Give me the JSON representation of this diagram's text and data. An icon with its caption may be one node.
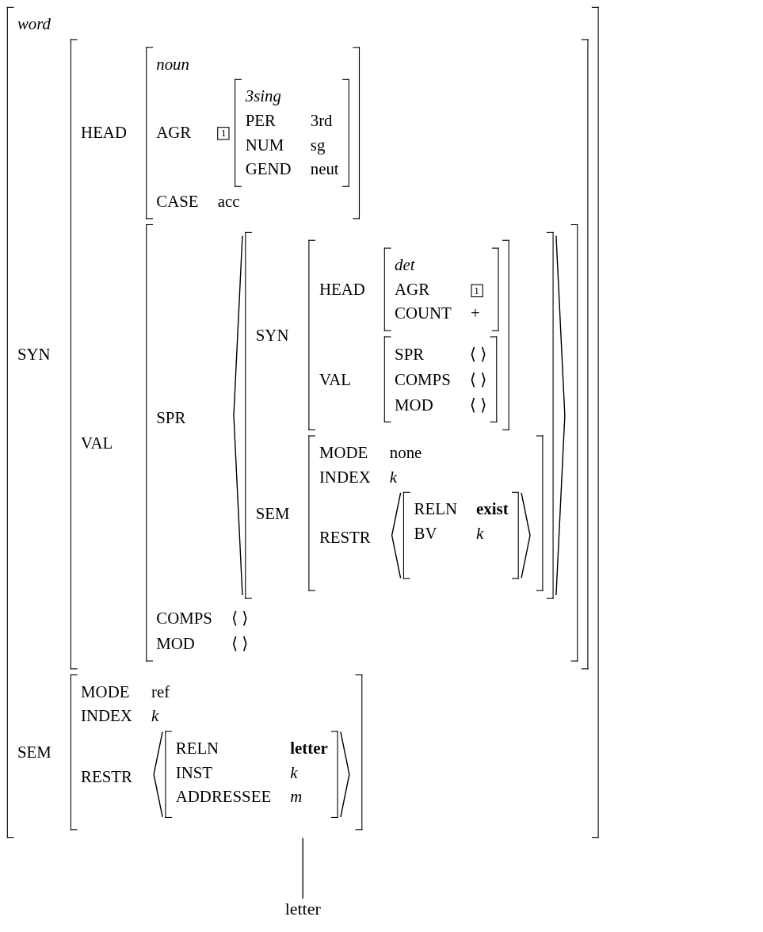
{
  "diagram": {
    "nodes": [
      {
        "text": [
          "word",
          "SYN",
          "SEM"
        ]
      },
      {
        "text": [
          "HEAD",
          "VAL"
        ],
        "in": 0
      },
      {
        "text": [
          "noun",
          "AGR",
          "CASE",
          "acc"
        ],
        "in": 1
      },
      {
        "text": [
          "1"
        ],
        "in": 2
      },
      {
        "text": [
          "3sing",
          "PER",
          "3rd",
          "NUM",
          "sg",
          "GEND",
          "neut"
        ],
        "in": 2
      },
      {
        "text": [
          "SPR",
          "COMPS",
          "⟨ ⟩",
          "MOD",
          "⟨ ⟩"
        ],
        "in": 1
      },
      {
        "text": [
          "SYN",
          "SEM"
        ],
        "in": 5
      },
      {
        "text": [
          "HEAD",
          "VAL"
        ],
        "in": 6
      },
      {
        "text": [
          "det",
          "AGR",
          "COUNT",
          "+"
        ],
        "in": 7
      },
      {
        "text": [
          "1"
        ],
        "in": 8
      },
      {
        "text": [
          "SPR",
          "⟨ ⟩",
          "COMPS",
          "⟨ ⟩",
          "MOD",
          "⟨ ⟩"
        ],
        "in": 7
      },
      {
        "text": [
          "MODE",
          "none",
          "INDEX",
          "k",
          "RESTR"
        ],
        "in": 6
      },
      {
        "text": [
          "RELN",
          "exist",
          "BV",
          "k"
        ],
        "in": 11
      },
      {
        "text": [
          "MODE",
          "ref",
          "INDEX",
          "k",
          "RESTR"
        ],
        "in": 0
      },
      {
        "text": [
          "RELN",
          "letter",
          "INST",
          "k",
          "ADDRESSEE",
          "m"
        ],
        "in": 13
      },
      {
        "text": [
          "letter"
        ]
      }
    ],
    "edges": [
      {
        "from": 0,
        "to": 15,
        "arrow": "none"
      }
    ]
  }
}
